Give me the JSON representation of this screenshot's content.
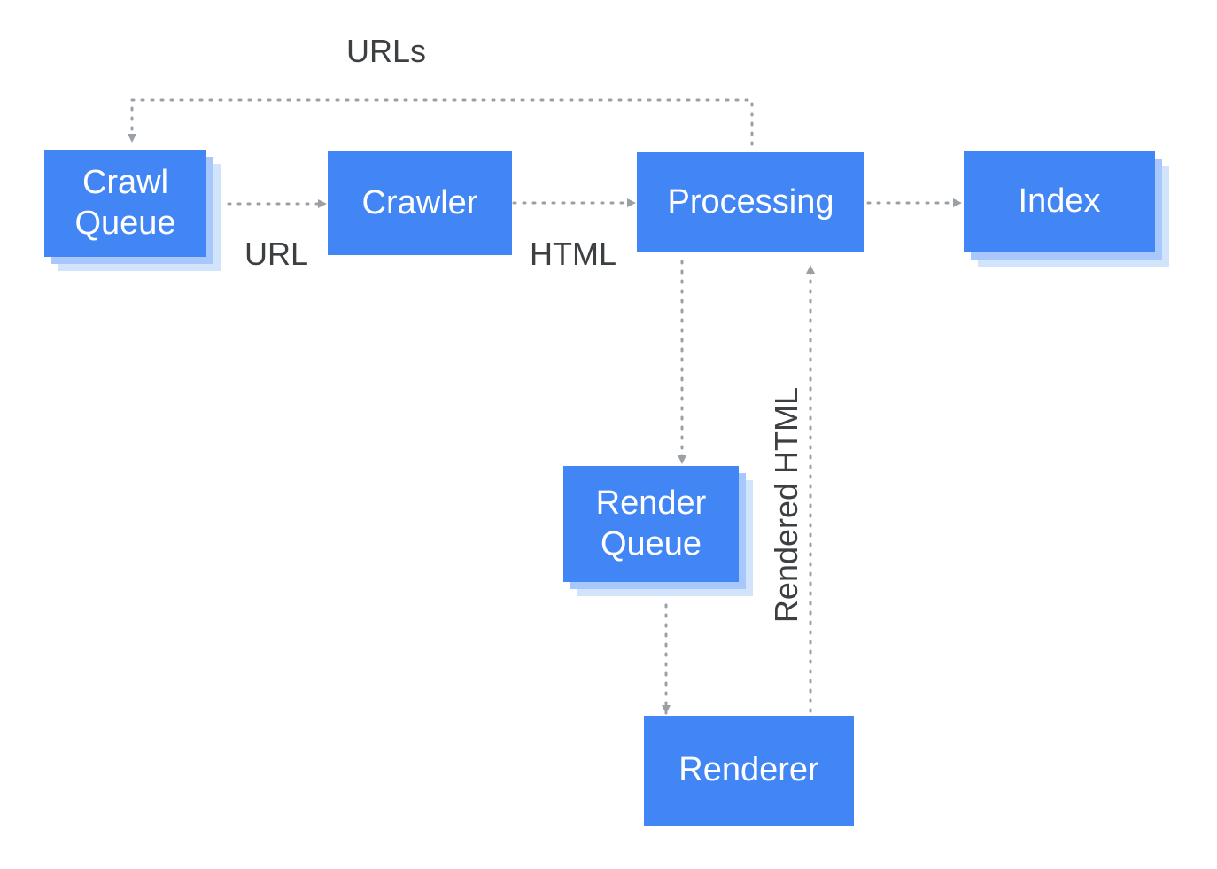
{
  "colors": {
    "node_fill": "#4285f4",
    "node_stack_back": "#d2e3fc",
    "node_stack_mid": "#a8c7fa",
    "connector": "#9aa0a6",
    "label_text": "#3c4043",
    "node_text": "#ffffff",
    "background": "#ffffff"
  },
  "nodes": {
    "crawl_queue": {
      "line1": "Crawl",
      "line2": "Queue"
    },
    "crawler": {
      "label": "Crawler"
    },
    "processing": {
      "label": "Processing"
    },
    "index": {
      "label": "Index"
    },
    "render_queue": {
      "line1": "Render",
      "line2": "Queue"
    },
    "renderer": {
      "label": "Renderer"
    }
  },
  "edges": {
    "crawlqueue_to_crawler": {
      "label": "URL",
      "style": "dotted"
    },
    "crawler_to_processing": {
      "label": "HTML",
      "style": "dotted"
    },
    "processing_to_index": {
      "label": "",
      "style": "dotted"
    },
    "processing_to_crawlqueue": {
      "label": "URLs",
      "style": "dotted"
    },
    "processing_to_renderqueue": {
      "label": "",
      "style": "dotted"
    },
    "renderqueue_to_renderer": {
      "label": "",
      "style": "dotted"
    },
    "renderer_to_processing": {
      "label": "Rendered HTML",
      "style": "dotted"
    }
  }
}
